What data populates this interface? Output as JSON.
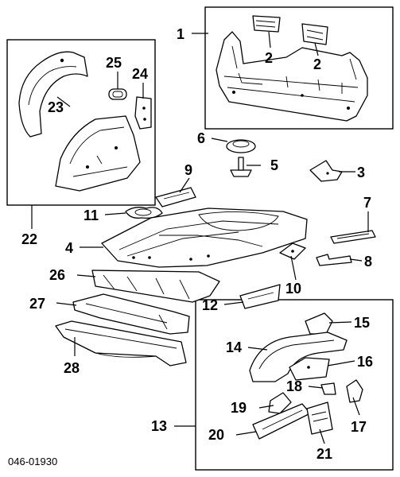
{
  "diagram": {
    "code": "046-01930",
    "callouts": [
      {
        "id": "c1",
        "label": "1"
      },
      {
        "id": "c2a",
        "label": "2"
      },
      {
        "id": "c2b",
        "label": "2"
      },
      {
        "id": "c3",
        "label": "3"
      },
      {
        "id": "c4",
        "label": "4"
      },
      {
        "id": "c5",
        "label": "5"
      },
      {
        "id": "c6",
        "label": "6"
      },
      {
        "id": "c7",
        "label": "7"
      },
      {
        "id": "c8",
        "label": "8"
      },
      {
        "id": "c9",
        "label": "9"
      },
      {
        "id": "c10",
        "label": "10"
      },
      {
        "id": "c11",
        "label": "11"
      },
      {
        "id": "c12",
        "label": "12"
      },
      {
        "id": "c13",
        "label": "13"
      },
      {
        "id": "c14",
        "label": "14"
      },
      {
        "id": "c15",
        "label": "15"
      },
      {
        "id": "c16",
        "label": "16"
      },
      {
        "id": "c17",
        "label": "17"
      },
      {
        "id": "c18",
        "label": "18"
      },
      {
        "id": "c19",
        "label": "19"
      },
      {
        "id": "c20",
        "label": "20"
      },
      {
        "id": "c21",
        "label": "21"
      },
      {
        "id": "c22",
        "label": "22"
      },
      {
        "id": "c23",
        "label": "23"
      },
      {
        "id": "c24",
        "label": "24"
      },
      {
        "id": "c25",
        "label": "25"
      },
      {
        "id": "c26",
        "label": "26"
      },
      {
        "id": "c27",
        "label": "27"
      },
      {
        "id": "c28",
        "label": "28"
      }
    ]
  }
}
